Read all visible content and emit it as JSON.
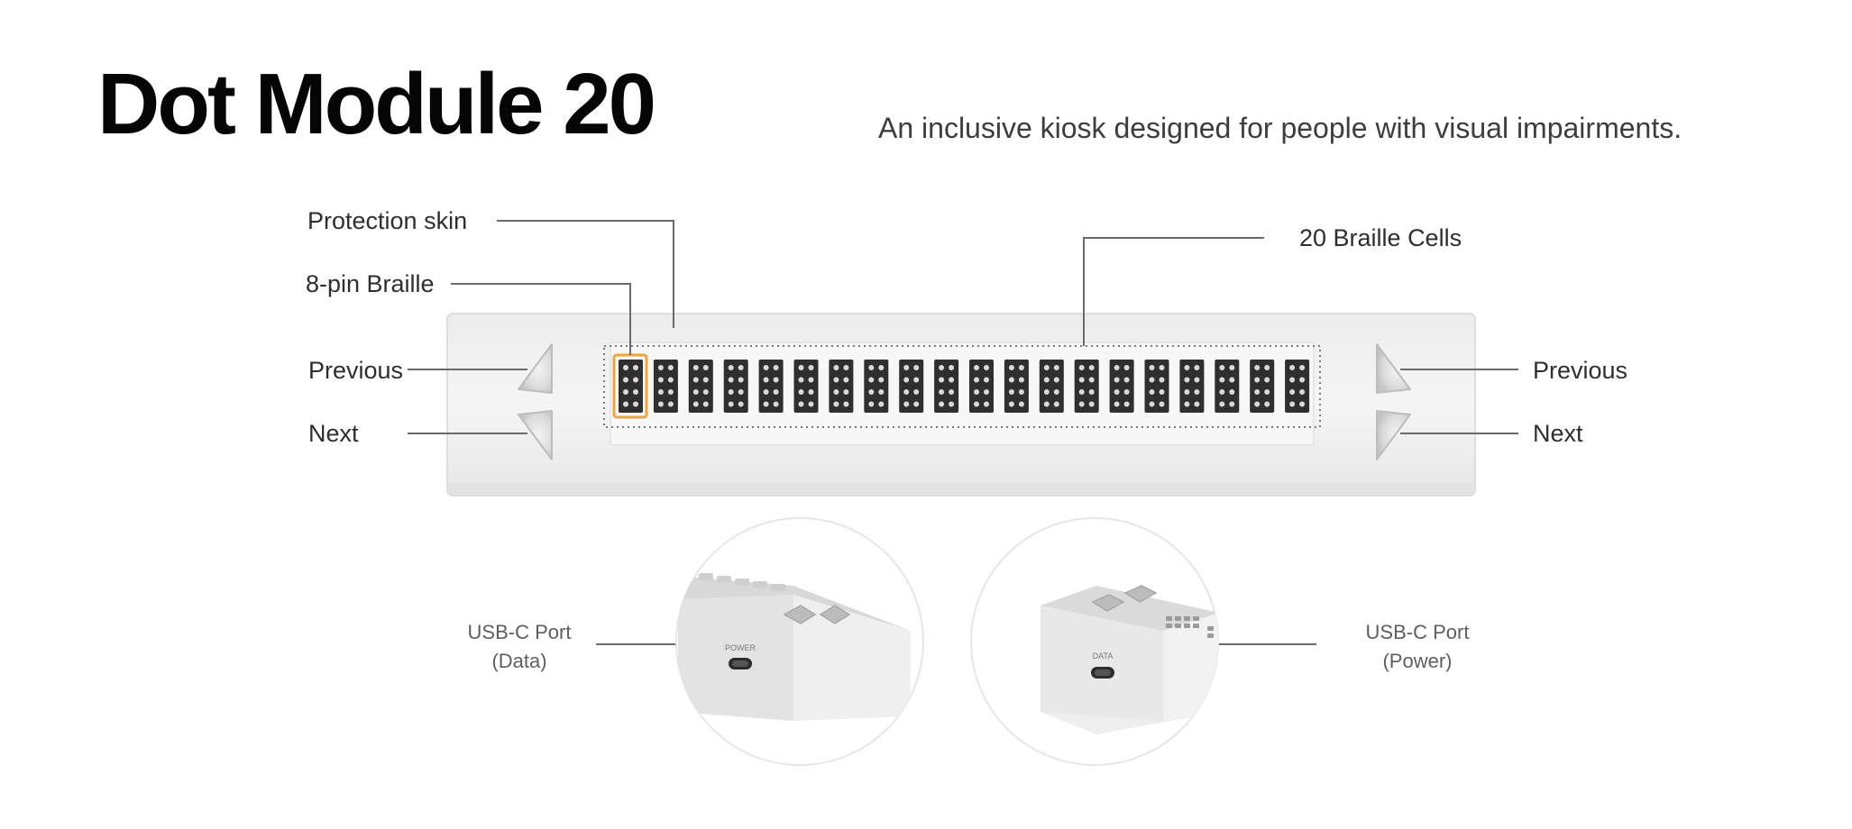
{
  "header": {
    "title": "Dot Module 20",
    "subtitle": "An inclusive kiosk designed for people with visual impairments."
  },
  "callouts": {
    "protection_skin": "Protection skin",
    "braille_8pin": "8-pin Braille",
    "braille_cells": "20 Braille Cells",
    "previous_left": "Previous",
    "next_left": "Next",
    "previous_right": "Previous",
    "next_right": "Next"
  },
  "ports": {
    "data": {
      "line1": "USB-C Port",
      "line2": "(Data)",
      "engraving": "POWER"
    },
    "power": {
      "line1": "USB-C Port",
      "line2": "(Power)",
      "engraving": "DATA"
    }
  },
  "device": {
    "cell_count": 20,
    "highlight_cell_index": 0,
    "highlight_color": "#f0a53a"
  }
}
